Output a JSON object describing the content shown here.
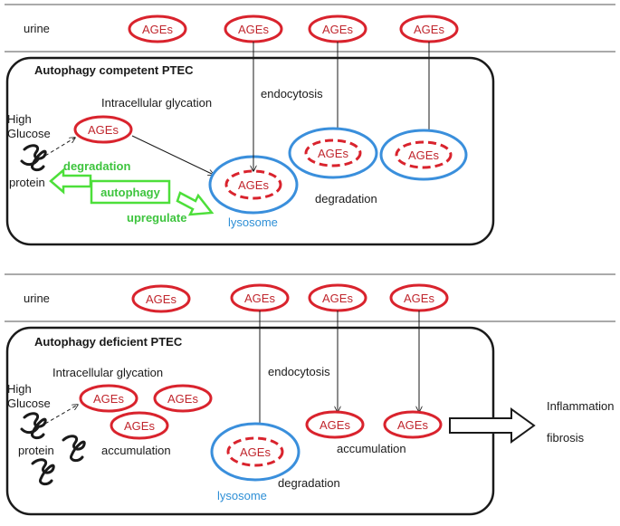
{
  "colors": {
    "ages_red": "#d9232d",
    "lysosome_blue": "#3a8fdc",
    "autophagy_green": "#4ddf3a",
    "outline": "#1a1a1a"
  },
  "ages_label": "AGEs",
  "panel_top": {
    "urine_label": "urine",
    "cell_title": "Autophagy competent PTEC",
    "intracellular_label": "Intracellular glycation",
    "high_glucose_line1": "High",
    "high_glucose_line2": "Glucose",
    "protein_label": "protein",
    "degradation_green": "degradation",
    "autophagy_label": "autophagy",
    "upregulate_label": "upregulate",
    "lysosome_label": "lysosome",
    "endocytosis_label": "endocytosis",
    "degradation_label": "degradation"
  },
  "panel_bottom": {
    "urine_label": "urine",
    "cell_title": "Autophagy deficient PTEC",
    "intracellular_label": "Intracellular glycation",
    "high_glucose_line1": "High",
    "high_glucose_line2": "Glucose",
    "protein_label": "protein",
    "accumulation_left": "accumulation",
    "endocytosis_label": "endocytosis",
    "accumulation_right": "accumulation",
    "lysosome_label": "lysosome",
    "degradation_label": "degradation",
    "inflammation_label": "Inflammation",
    "fibrosis_label": "fibrosis"
  }
}
